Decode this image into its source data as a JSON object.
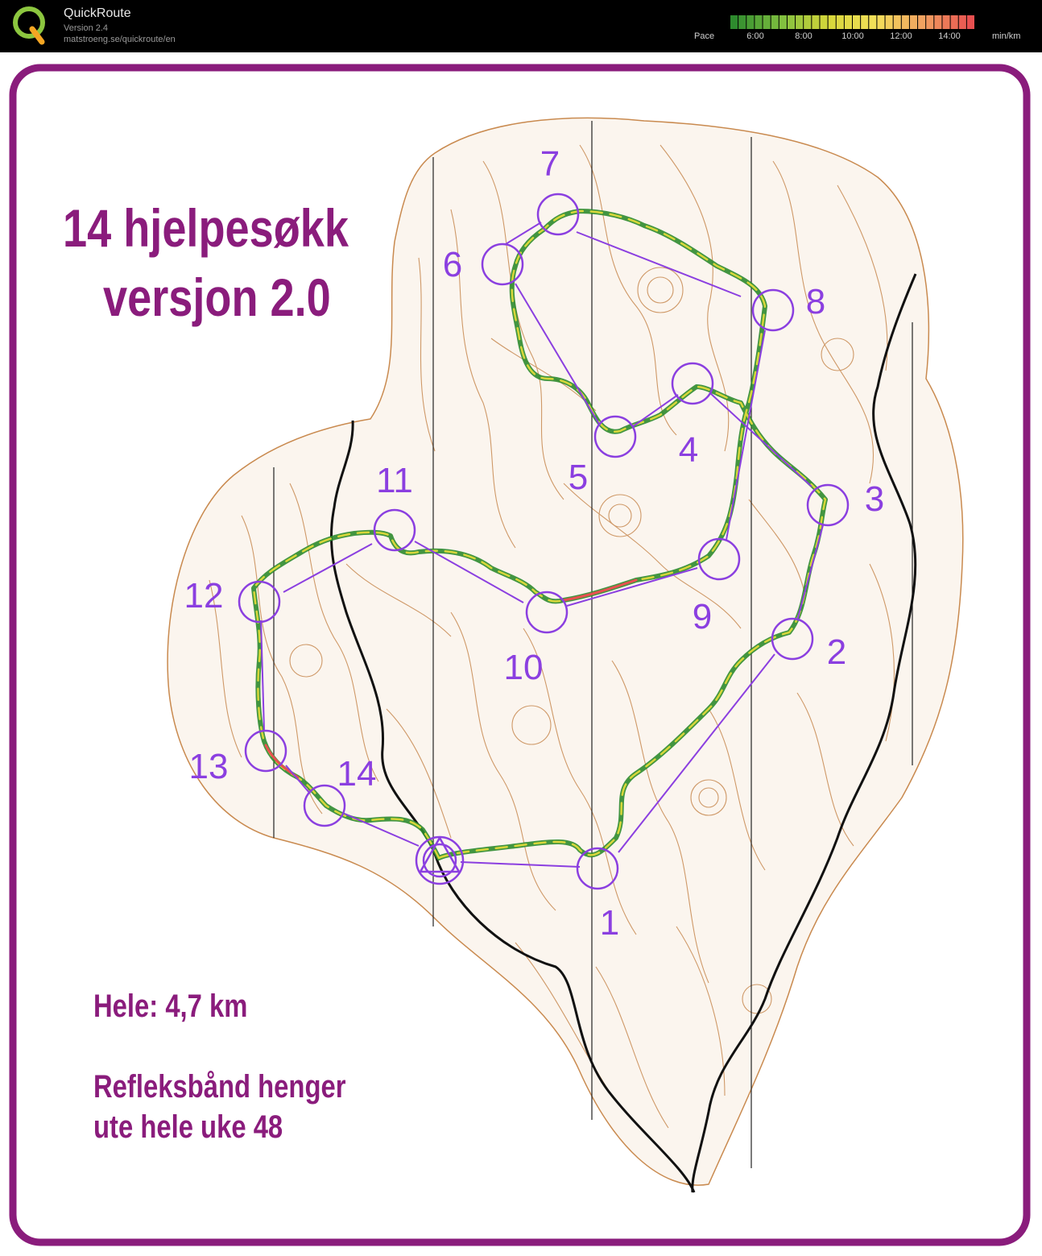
{
  "header": {
    "app_name": "QuickRoute",
    "version": "Version 2.4",
    "url": "matstroeng.se/quickroute/en",
    "pace_label": "Pace",
    "pace_ticks": [
      "6:00",
      "8:00",
      "10:00",
      "12:00",
      "14:00"
    ],
    "pace_unit": "min/km",
    "pace_colors": [
      "#2e8b2e",
      "#7fbf3f",
      "#d7d73a",
      "#f3e05a",
      "#f0a060",
      "#e85050"
    ]
  },
  "map": {
    "title_line1": "14 hjelpesøkk",
    "title_line2": "versjon 2.0",
    "distance": "Hele: 4,7 km",
    "note_line1": "Refleksbånd henger",
    "note_line2": "ute hele uke 48",
    "controls": [
      "1",
      "2",
      "3",
      "4",
      "5",
      "6",
      "7",
      "8",
      "9",
      "10",
      "11",
      "12",
      "13",
      "14"
    ],
    "colors": {
      "frame": "#8a1c7c",
      "course": "#8b3fe0",
      "contour": "#b5651d",
      "route_fast": "#2e8b2e",
      "route_mid": "#d7d73a",
      "route_slow": "#e85050"
    }
  }
}
